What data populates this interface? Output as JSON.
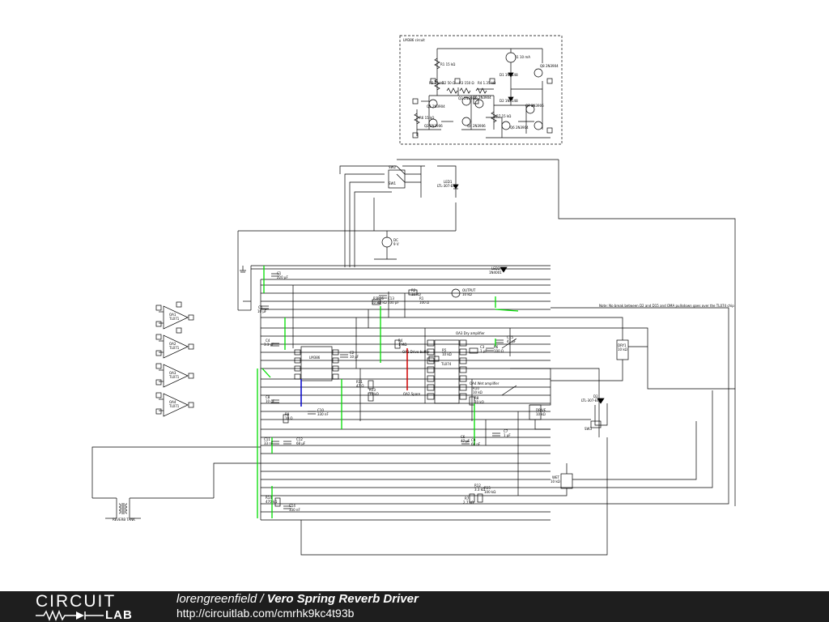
{
  "diagram": {
    "inset_title": "LM386 circuit",
    "note": "Note: No break between D2 and D15 and OMA pullsdown goes over the TL074 chip",
    "sections": {
      "dry_amp": "OA3 Dry amplifier",
      "drive_buffer": "OA1 Drive buffer",
      "wet_amp": "OA4 Wet amplifier",
      "spare": "OA2 Spare"
    },
    "switches": {
      "sw2": "SW2",
      "sw1": "SW1",
      "sw3": "SW3"
    },
    "leds": {
      "led1": "LED1",
      "led1_part": "LTL-307-EE",
      "led2": "LED2",
      "led2_part": "1N4001",
      "d2": "D2",
      "d2_part": "LTL-307-EE"
    },
    "sources": {
      "vdc": "DC",
      "vdc_val": "9 V"
    },
    "components": {
      "c1": "C1",
      "c1_val": "220 μF",
      "c2": "C2",
      "c2_val": "10 μF",
      "c3": "C3",
      "c3_val": "1 μF",
      "c4": "C4",
      "c4_val": "3.3 μF",
      "c5": "C5",
      "c5_val": "10 μF",
      "c6": "C6",
      "c6_val": "47 μF",
      "c7": "C7",
      "c7_val": "1 μF",
      "c8": "C8",
      "c8_val": "10 μF",
      "c9": "C9",
      "c9_val": "68 nF",
      "c10": "C10",
      "c10_val": "330 nF",
      "c11": "C11",
      "c11_val": "33 nF",
      "c12": "C12",
      "c12_val": "68 μF",
      "c13": "C13",
      "c13_val": "100 μF",
      "c14": "C14",
      "c14_val": "330 nF",
      "c15": "C15",
      "c15_val": "47 pF",
      "r1": "R1",
      "r1_val": "100 Ω",
      "r2": "R2",
      "r2_val": "10 kΩ",
      "r3": "R3",
      "r3_val": "10 kΩ",
      "r4": "R4",
      "r4_val": "1 MΩ",
      "r5": "R5",
      "r5_val": "10 kΩ",
      "r6": "R6",
      "r6_val": "100 Ω",
      "r7": "R7",
      "r7_val": "2.7 kΩ",
      "r8": "R8",
      "r8_val": "10 kΩ",
      "r9": "R9",
      "r9_val": "10 Ω",
      "r10": "R10",
      "r10_val": "10 kΩ",
      "r11": "R11",
      "r11_val": "47 Ω",
      "r12": "R12",
      "r12_val": "3.3 kΩ",
      "r13": "R13",
      "r13_val": "10 kΩ",
      "r14": "R14",
      "r14_val": "470 kΩ",
      "r15": "R15",
      "r15_val": "100 kΩ",
      "r16": "R16",
      "r16_val": "10 kΩ",
      "dry1": "DRY1",
      "dry1_val": "10 kΩ",
      "drive": "DRIVE",
      "drive_val": "10 kΩ",
      "wet": "WET",
      "wet_val": "10 kΩ",
      "output": "OUTPUT",
      "output_val": "10 kΩ",
      "lm386": "LM386",
      "tl074": "TL074",
      "xfmr": "REVERB TANK"
    },
    "opamps": [
      {
        "name": "OA1",
        "part": "TL071"
      },
      {
        "name": "OA2",
        "part": "TL071"
      },
      {
        "name": "OA3",
        "part": "TL071"
      },
      {
        "name": "OA4",
        "part": "TL071"
      }
    ],
    "inset_parts": {
      "q1": "Q1 2N3904",
      "q2": "Q2 2N3906",
      "q3": "Q3 2N3904",
      "q4": "Q4 2N3906",
      "q5": "Q5 2N3904",
      "q6": "Q6 2N3904",
      "q7": "Q7 2N3906",
      "q8": "Q8 2N3904",
      "i1": "I1 10 mA",
      "d1": "D1 1N4148",
      "d2": "D2 1N4148",
      "r1": "R1 15 kΩ",
      "r2": "R2 50 Ω",
      "r3": "R3 150 Ω",
      "r4": "R4 1.35 kΩ",
      "r5": "R5 15 kΩ",
      "r6": "R6 15 kΩ",
      "r7": "R7 15 kΩ"
    }
  },
  "footer": {
    "logo_top": "CIRCUIT",
    "logo_bottom": "LAB",
    "author": "lorengreenfield",
    "separator": " / ",
    "title": "Vero Spring Reverb Driver",
    "url": "http://circuitlab.com/cmrhk9kc4t93b"
  },
  "colors": {
    "background": "#ffffff",
    "wire": "#000000",
    "green_wire": "#00dd00",
    "red_wire": "#d00000",
    "blue_wire": "#0000cc",
    "footer_bg": "#1e1e1e"
  }
}
